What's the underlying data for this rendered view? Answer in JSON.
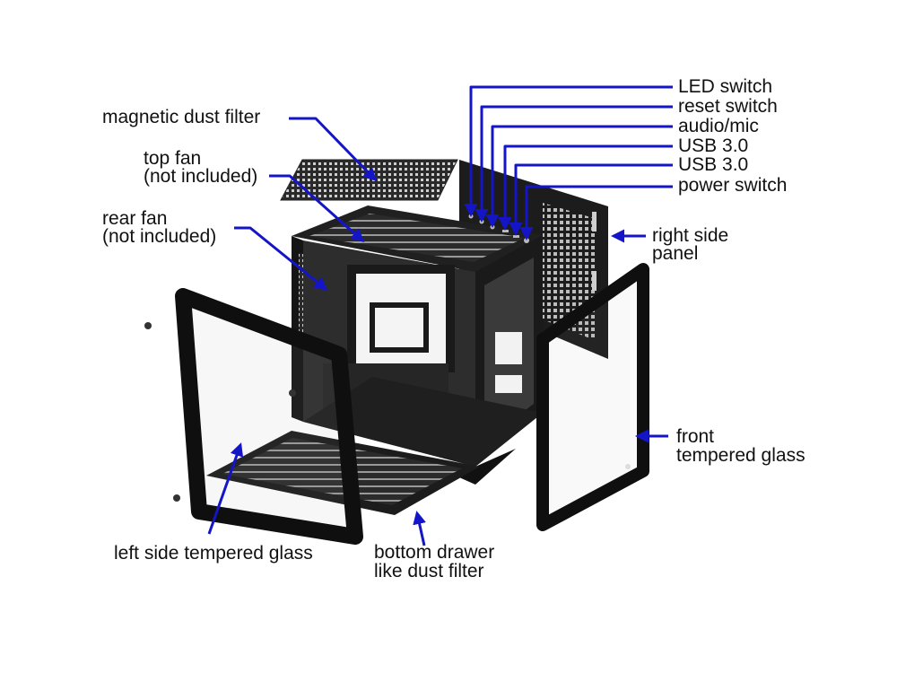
{
  "colors": {
    "arrow": "#1515c8",
    "case_body": "#1b1b1b",
    "text": "#111111"
  },
  "labels": {
    "magnetic_dust_filter": "magnetic dust filter",
    "top_fan_line1": "top fan",
    "top_fan_line2": "(not included)",
    "rear_fan_line1": "rear fan",
    "rear_fan_line2": "(not included)",
    "led_switch": "LED switch",
    "reset_switch": "reset switch",
    "audio_mic": "audio/mic",
    "usb_1": "USB 3.0",
    "usb_2": "USB 3.0",
    "power_switch": "power switch",
    "right_side_panel_line1": "right side",
    "right_side_panel_line2": "panel",
    "front_glass_line1": "front",
    "front_glass_line2": "tempered glass",
    "left_side_glass": "left side tempered glass",
    "bottom_drawer_line1": "bottom drawer",
    "bottom_drawer_line2": "like dust filter"
  }
}
